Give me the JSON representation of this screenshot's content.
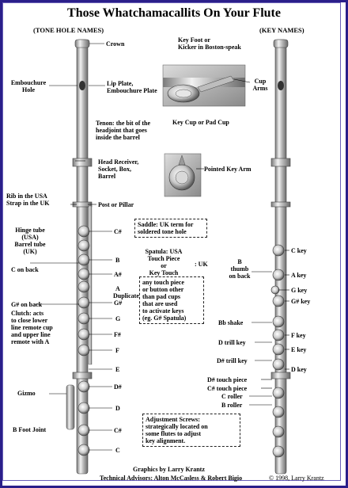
{
  "title": "Those Whatchamacallits On Your Flute",
  "headers": {
    "left": "(TONE HOLE NAMES)",
    "right": "(KEY NAMES)"
  },
  "labels": {
    "crown": "Crown",
    "embouchure_hole": "Embouchure\nHole",
    "lip_plate": "Lip Plate,\nEmbouchure Plate",
    "key_foot": "Key Foot or\nKicker in Boston-speak",
    "cup_arms": "Cup\nArms",
    "key_cup": "Key Cup or Pad Cup",
    "tenon": "Tenon: the bit of the\nheadjoint that goes\ninside the barrel",
    "head_receiver": "Head Receiver,\nSocket, Box,\nBarrel",
    "pointed_key_arm": "Pointed Key Arm",
    "rib": "Rib in the USA\nStrap in the UK",
    "post": "Post or Pillar",
    "hinge_tube": "Hinge tube\n(USA)\nBarrel tube\n(UK)",
    "c_on_back": "C on back",
    "gsharp_on_back": "G# on back",
    "clutch": "Clutch: acts\nto close lower\nline remote cup\nand upper line\nremote with A",
    "gizmo": "Gizmo",
    "b_foot_joint": "B Foot Joint",
    "duplicate": "Duplicate",
    "spatula": "Spatula: USA\nTouch Piece\nor\nKey Touch",
    "spatula_uk": ": UK"
  },
  "tone_holes": [
    "C#",
    "B",
    "A#",
    "A",
    "G#",
    "G",
    "F#",
    "F",
    "E",
    "D#",
    "D",
    "C#",
    "C"
  ],
  "key_names": {
    "c_key": "C key",
    "b_thumb": "B\nthumb\non back",
    "a_key": "A key",
    "g_key": "G key",
    "gsharp_key": "G# key",
    "bb_shake": "Bb shake",
    "f_key": "F key",
    "d_trill": "D trill key",
    "e_key": "E key",
    "dsharp_trill": "D# trill key",
    "d_key": "D key",
    "dsharp_touch": "D# touch piece",
    "csharp_touch": "C# touch piece",
    "c_roller": "C roller",
    "b_roller": "B roller"
  },
  "boxes": {
    "saddle": "Saddle: UK term for\nsoldered tone hole",
    "touch": "any touch piece\nor button other\nthan pad cups\nthat are used\nto activate keys\n(eg. G# Spatula)",
    "adjust": "Adjustment Screws:\nstrategically located on\nsome flutes to adjust\nkey alignment."
  },
  "credits": {
    "graphics": "Graphics by Larry Krantz",
    "advisors": "Technical Advisors: Alton McCasless & Robert Bigio",
    "copyright": "© 1998, Larry Krantz"
  }
}
